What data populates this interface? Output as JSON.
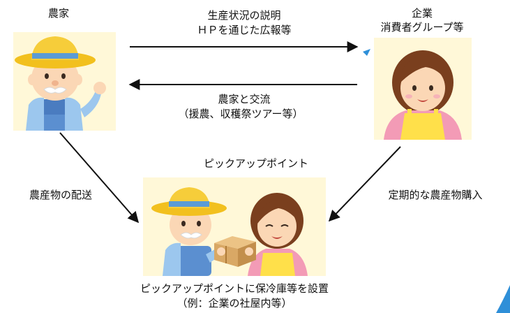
{
  "nodes": {
    "farmer": {
      "title": "農家"
    },
    "company": {
      "title_line1": "企業",
      "title_line2": "消費者グループ等"
    },
    "pickup": {
      "title": "ピックアップポイント",
      "caption_line1": "ピックアップポイントに保冷庫等を設置",
      "caption_line2": "（例：企業の社屋内等）"
    }
  },
  "edges": {
    "farmer_to_company": {
      "line1": "生産状況の説明",
      "line2": "ＨＰを通じた広報等"
    },
    "company_to_farmer": {
      "line1": "農家と交流",
      "line2": "（援農、収穫祭ツアー等）"
    },
    "farmer_to_pickup": {
      "label": "農産物の配送"
    },
    "company_to_pickup": {
      "label": "定期的な農産物購入"
    }
  },
  "colors": {
    "panel_bg": "#fff8d8",
    "hat": "#f2c01e",
    "hat_band": "#5b9bd5",
    "overalls_blue": "#5b8fd0",
    "shirt_blue": "#9cc7ee",
    "skin": "#fbd7b5",
    "apron_yellow": "#ffe04a",
    "shirt_pink": "#f39bb6",
    "hair_brown": "#7a3f1e",
    "box": "#d9a865",
    "arrow": "#111111",
    "accent_blue": "#2e8fd8"
  }
}
